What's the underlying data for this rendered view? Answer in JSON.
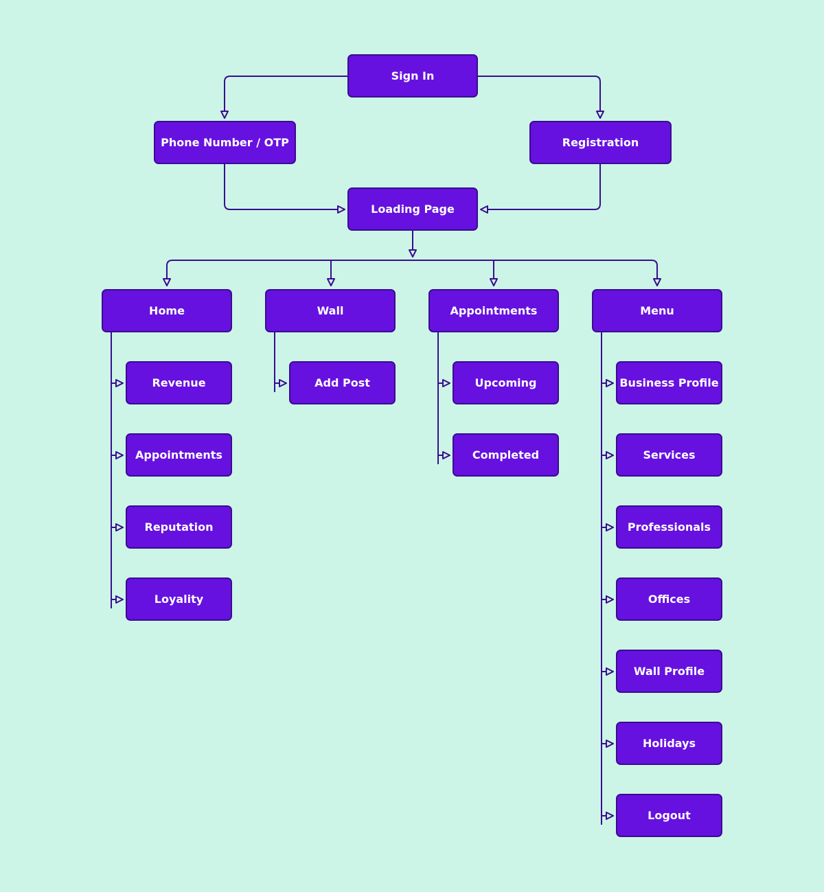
{
  "colors": {
    "background": "#ccf5e8",
    "node_fill": "#6611e0",
    "node_border": "#3a0c8e",
    "node_text": "#ffffff",
    "connector": "#3a0c8e"
  },
  "nodes": {
    "sign_in": "Sign In",
    "phone_otp": "Phone Number / OTP",
    "registration": "Registration",
    "loading_page": "Loading Page",
    "home": "Home",
    "wall": "Wall",
    "appointments": "Appointments",
    "menu": "Menu",
    "home_children": [
      "Revenue",
      "Appointments",
      "Reputation",
      "Loyality"
    ],
    "wall_children": [
      "Add Post"
    ],
    "appointments_children": [
      "Upcoming",
      "Completed"
    ],
    "menu_children": [
      "Business Profile",
      "Services",
      "Professionals",
      "Offices",
      "Wall Profile",
      "Holidays",
      "Logout"
    ]
  }
}
